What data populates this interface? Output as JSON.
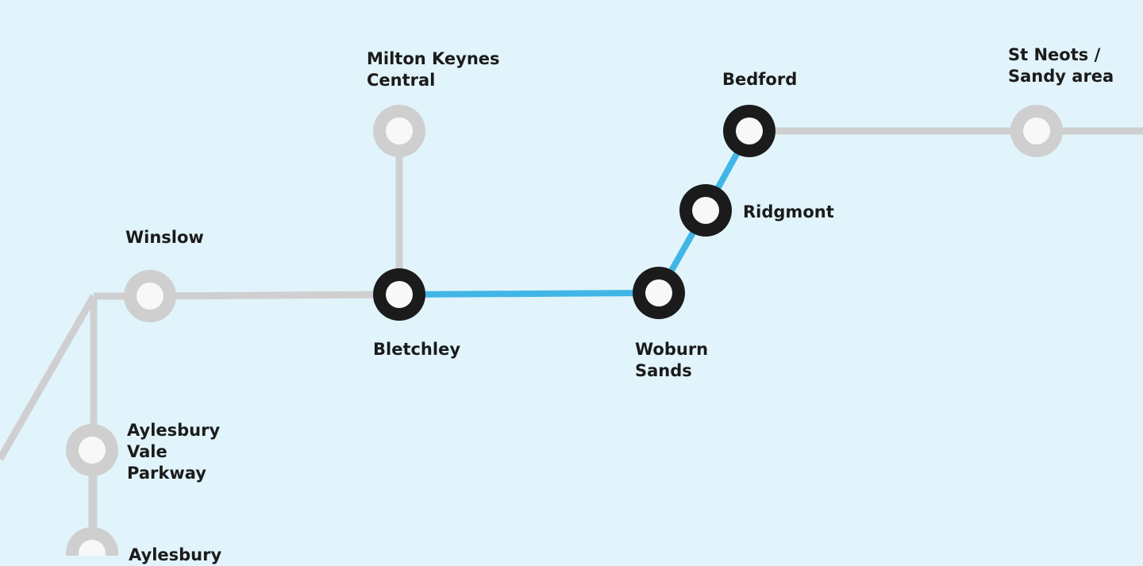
{
  "map": {
    "colors": {
      "background": "#e1f4fb",
      "inactive_line": "#cfcfcf",
      "active_line": "#41b6e6",
      "active_station_ring": "#1b1b1b",
      "inactive_station_ring": "#cfcfcf",
      "station_fill": "#f8f8f8",
      "label_text": "#1b1b1b"
    },
    "line_segments": [
      {
        "from": "aylesbury-branch",
        "to": "winslow",
        "status": "inactive"
      },
      {
        "from": "winslow",
        "to": "bletchley",
        "status": "inactive"
      },
      {
        "from": "milton-keynes-central",
        "to": "bletchley",
        "status": "inactive"
      },
      {
        "from": "bletchley",
        "to": "woburn-sands",
        "status": "active"
      },
      {
        "from": "woburn-sands",
        "to": "ridgmont",
        "status": "active"
      },
      {
        "from": "ridgmont",
        "to": "bedford",
        "status": "active"
      },
      {
        "from": "bedford",
        "to": "st-neots-sandy-area",
        "status": "inactive"
      },
      {
        "from": "aylesbury-vale-parkway",
        "to": "aylesbury",
        "status": "inactive"
      }
    ],
    "stations": [
      {
        "id": "milton-keynes-central",
        "label_lines": [
          "Milton Keynes",
          "Central"
        ],
        "status": "inactive"
      },
      {
        "id": "bedford",
        "label_lines": [
          "Bedford"
        ],
        "status": "active"
      },
      {
        "id": "st-neots-sandy-area",
        "label_lines": [
          "St Neots /",
          "Sandy area"
        ],
        "status": "inactive"
      },
      {
        "id": "ridgmont",
        "label_lines": [
          "Ridgmont"
        ],
        "status": "active"
      },
      {
        "id": "winslow",
        "label_lines": [
          "Winslow"
        ],
        "status": "inactive"
      },
      {
        "id": "bletchley",
        "label_lines": [
          "Bletchley"
        ],
        "status": "active"
      },
      {
        "id": "woburn-sands",
        "label_lines": [
          "Woburn",
          "Sands"
        ],
        "status": "active"
      },
      {
        "id": "aylesbury-vale-parkway",
        "label_lines": [
          "Aylesbury",
          "Vale",
          "Parkway"
        ],
        "status": "inactive"
      },
      {
        "id": "aylesbury",
        "label_lines": [
          "Aylesbury"
        ],
        "status": "inactive"
      }
    ]
  }
}
